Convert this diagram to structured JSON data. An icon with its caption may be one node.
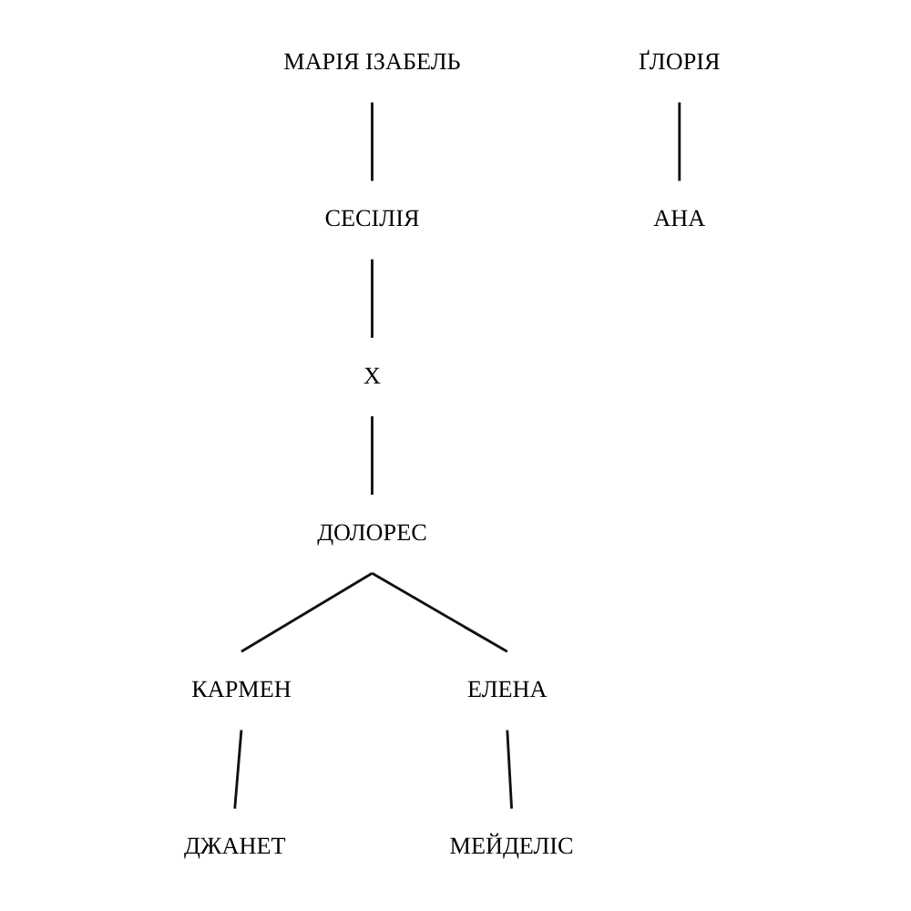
{
  "diagram": {
    "nodes": [
      {
        "text": [
          "МАРІЯ ІЗАБЕЛЬ"
        ]
      },
      {
        "text": [
          "ҐЛОРІЯ"
        ]
      },
      {
        "text": [
          "СЕСІЛІЯ"
        ]
      },
      {
        "text": [
          "АНА"
        ]
      },
      {
        "text": [
          "X"
        ]
      },
      {
        "text": [
          "ДОЛОРЕС"
        ]
      },
      {
        "text": [
          "КАРМЕН"
        ]
      },
      {
        "text": [
          "ЕЛЕНА"
        ]
      },
      {
        "text": [
          "ДЖАНЕТ"
        ]
      },
      {
        "text": [
          "МЕЙДЕЛІС"
        ]
      }
    ],
    "edges": [
      {
        "from": 0,
        "to": 2,
        "arrow": "none"
      },
      {
        "from": 1,
        "to": 3,
        "arrow": "none"
      },
      {
        "from": 2,
        "to": 4,
        "arrow": "none"
      },
      {
        "from": 4,
        "to": 5,
        "arrow": "none"
      },
      {
        "from": 5,
        "to": 6,
        "arrow": "none"
      },
      {
        "from": 5,
        "to": 7,
        "arrow": "none"
      },
      {
        "from": 6,
        "to": 8,
        "arrow": "none"
      },
      {
        "from": 7,
        "to": 9,
        "arrow": "none"
      }
    ]
  }
}
